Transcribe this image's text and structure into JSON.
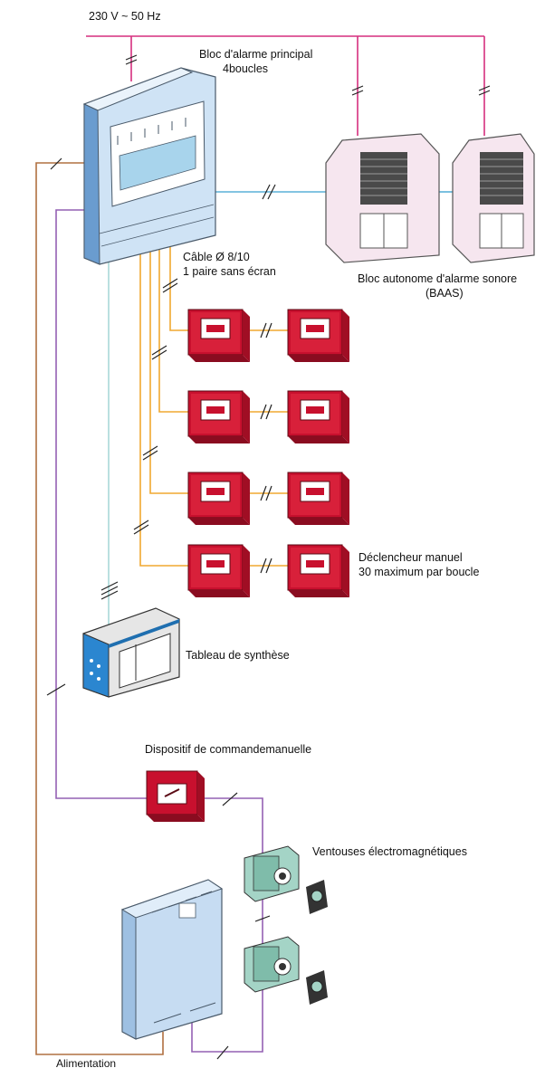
{
  "labels": {
    "power": "230 V ~ 50 Hz",
    "main_block_l1": "Bloc d'alarme principal",
    "main_block_l2": "4boucles",
    "cable_l1": "Câble Ø 8/10",
    "cable_l2": "1 paire sans écran",
    "baas_l1": "Bloc autonome d'alarme sonore",
    "baas_l2": "(BAAS)",
    "declencheur_l1": "Déclencheur manuel",
    "declencheur_l2": "30 maximum par boucle",
    "tableau": "Tableau de synthèse",
    "dispositif": "Dispositif de commandemanuelle",
    "ventouses": "Ventouses électromagnétiques",
    "alimentation": "Alimentation"
  },
  "colors": {
    "power_line": "#d62f7f",
    "loop_line": "#f0a830",
    "bus_line": "#5ab0d8",
    "control_line": "#9460b4",
    "supply_line": "#b07040",
    "tableau_line": "#a8d8d8",
    "call_point": "#c8102e",
    "main_block": "#cfe3f5",
    "baas_body": "#f6e6ef",
    "ventouse": "#a4d4c6"
  }
}
